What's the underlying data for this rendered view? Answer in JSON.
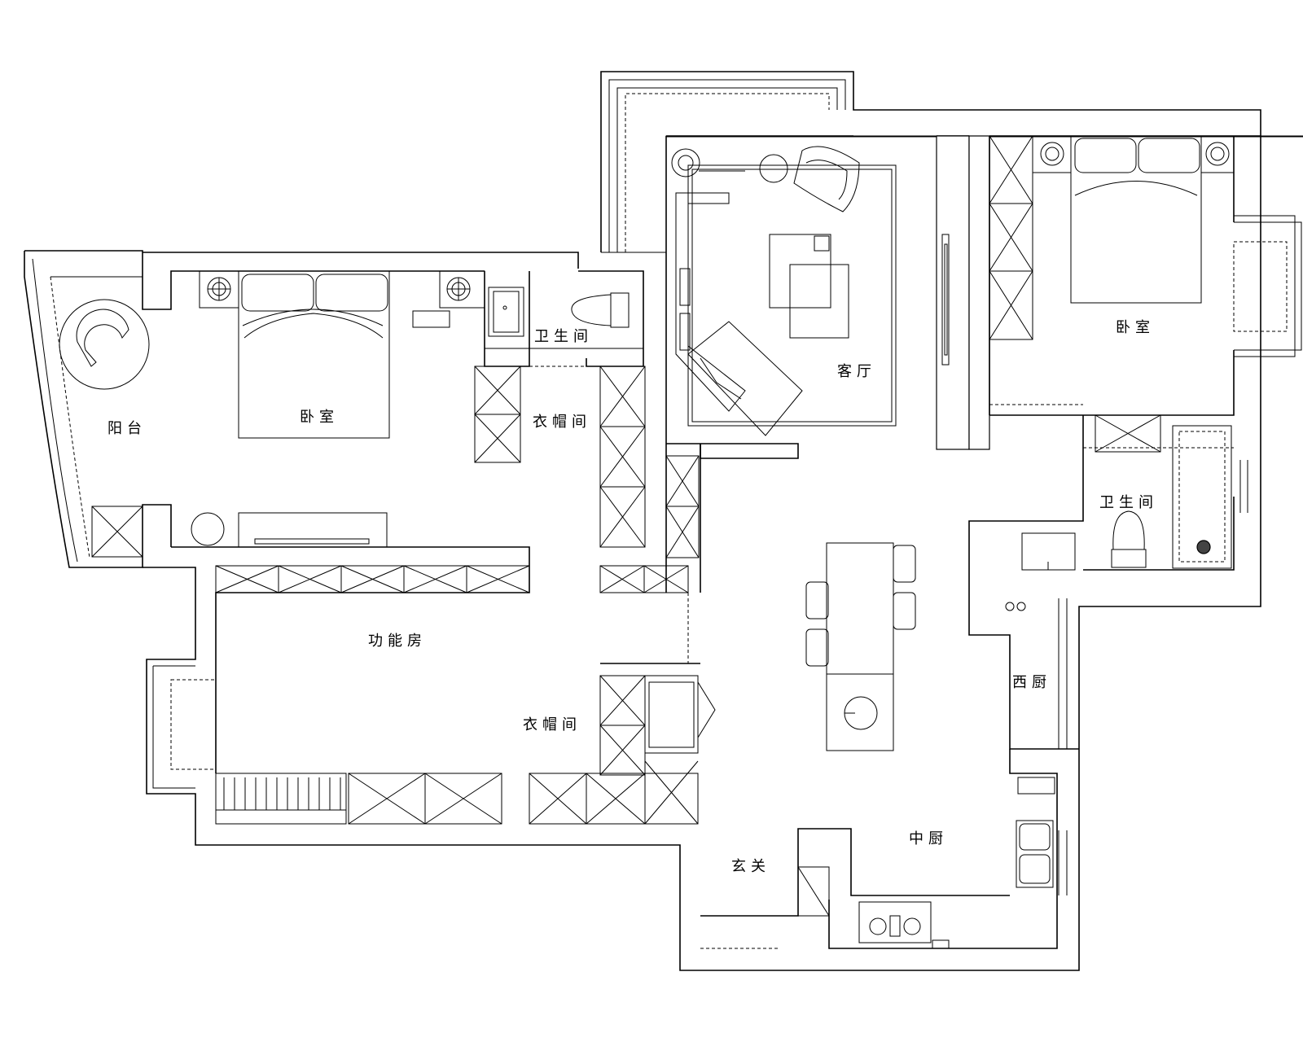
{
  "rooms": {
    "balcony": "阳台",
    "bedroom_left": "卧室",
    "bathroom_top": "卫生间",
    "closet_top": "衣帽间",
    "living_room": "客厅",
    "bedroom_right": "卧室",
    "bathroom_right": "卫生间",
    "multifunction_room": "功能房",
    "closet_bottom": "衣帽间",
    "western_kitchen": "西厨",
    "chinese_kitchen": "中厨",
    "entrance": "玄关"
  }
}
